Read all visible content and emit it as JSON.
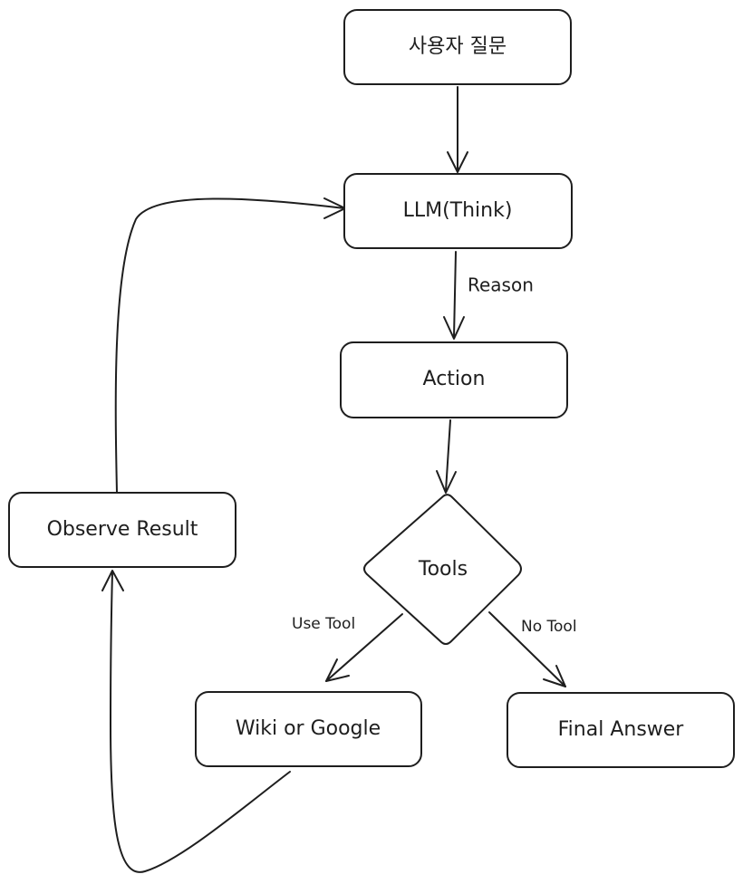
{
  "nodes": {
    "user_question": "사용자 질문",
    "llm_think": "LLM(Think)",
    "action": "Action",
    "tools": "Tools",
    "observe_result": "Observe Result",
    "wiki_or_google": "Wiki or Google",
    "final_answer": "Final Answer"
  },
  "edges": {
    "reason": "Reason",
    "use_tool": "Use Tool",
    "no_tool": "No Tool"
  },
  "colors": {
    "stroke": "#1e1e1e",
    "background": "#ffffff"
  }
}
